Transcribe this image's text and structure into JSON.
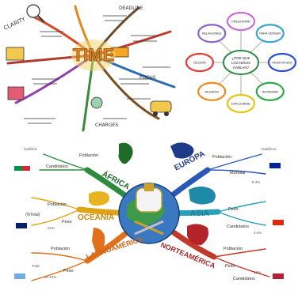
{
  "time_map": {
    "center_word": "TIME",
    "labels": [
      "CLARITY",
      "DEADLINE",
      "CHARGES",
      "FOCUS"
    ]
  },
  "spider_map": {
    "center_lines": [
      "¿POR QUE",
      "LOS NIÑOS",
      "HABLAN?"
    ],
    "bubbles": [
      "PREGUNTAR",
      "PARA VENDER",
      "PEDIR AYUDA",
      "INFORMAR",
      "EXPLICARSE",
      "REUNIÓN",
      "DECIDIR",
      "RELACIONES"
    ],
    "colors": [
      "#c86fd6",
      "#3aa3d8",
      "#2c4fd0",
      "#2fa84a",
      "#e2c41b",
      "#f08a1e",
      "#e23b35",
      "#8a63d2"
    ]
  },
  "church_map": {
    "continents": [
      "ÁFRICA",
      "EUROPA",
      "OCEANÍA",
      "ASIA",
      "LATINOAMÉRICA",
      "NORTEAMÉRICA"
    ],
    "branch_words": [
      "Población",
      "Candidatos",
      "Peso",
      "Mundial",
      "(%Total)",
      "Católica",
      "Católicos",
      "Total"
    ],
    "small_values": [
      "22%",
      "44.10%",
      "9.4%",
      "4.4%",
      "15%"
    ]
  }
}
